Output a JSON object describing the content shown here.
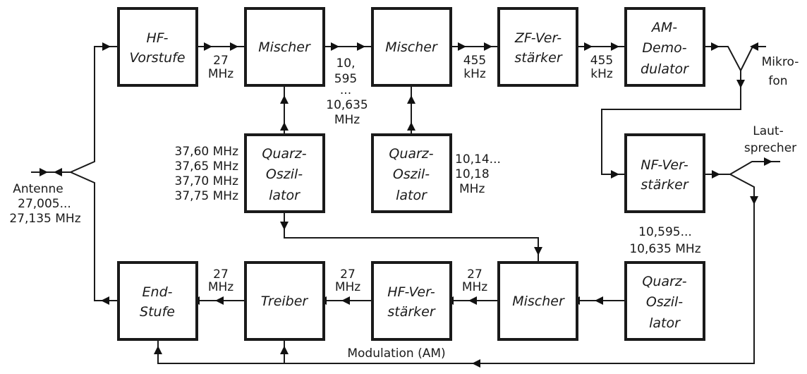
{
  "diagram": {
    "title": "CB-Funkgerät Blockschaltbild",
    "blocks": {
      "hf_vorstufe": [
        "HF-",
        "Vorstufe"
      ],
      "mischer_1": [
        "Mischer"
      ],
      "mischer_2": [
        "Mischer"
      ],
      "zf_verstaerker": [
        "ZF-Ver-",
        "stärker"
      ],
      "am_demodulator": [
        "AM-",
        "Demo-",
        "dulator"
      ],
      "quarz_oszillator_1": [
        "Quarz-",
        "Oszil-",
        "lator"
      ],
      "quarz_oszillator_2": [
        "Quarz-",
        "Oszil-",
        "lator"
      ],
      "nf_verstaerker": [
        "NF-Ver-",
        "stärker"
      ],
      "end_stufe": [
        "End-",
        "Stufe"
      ],
      "treiber": [
        "Treiber"
      ],
      "hf_verstaerker": [
        "HF-Ver-",
        "stärker"
      ],
      "mischer_3": [
        "Mischer"
      ],
      "quarz_oszillator_3": [
        "Quarz-",
        "Oszil-",
        "lator"
      ]
    },
    "labels": {
      "rx_27mhz": [
        "27",
        "MHz"
      ],
      "rx_if1": [
        "10,",
        "595",
        "...",
        "10,635",
        "MHz"
      ],
      "rx_455_1": [
        "455",
        "kHz"
      ],
      "rx_455_2": [
        "455",
        "kHz"
      ],
      "quarz1_freqs": [
        "37,60 MHz",
        "37,65 MHz",
        "37,70 MHz",
        "37,75 MHz"
      ],
      "quarz2_freqs": [
        "10,14...",
        "10,18",
        "MHz"
      ],
      "antenne": [
        "Antenne",
        "27,005...",
        "27,135 MHz"
      ],
      "mikrofon": [
        "Mikro-",
        "fon"
      ],
      "lautsprecher": [
        "Laut-",
        "sprecher"
      ],
      "quarz3_freqs": [
        "10,595...",
        "10,635 MHz"
      ],
      "tx_27_1": [
        "27",
        "MHz"
      ],
      "tx_27_2": [
        "27",
        "MHz"
      ],
      "tx_27_3": [
        "27",
        "MHz"
      ],
      "modulation": "Modulation (AM)"
    }
  }
}
